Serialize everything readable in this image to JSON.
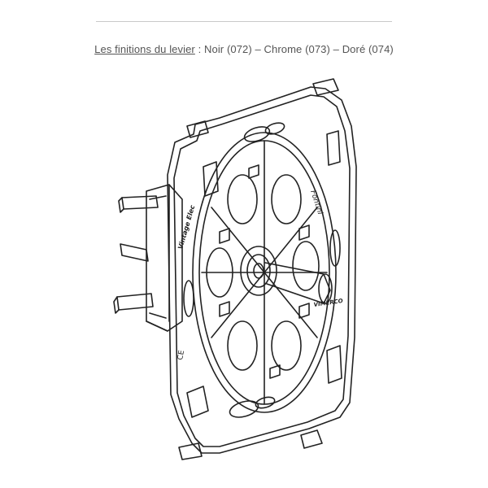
{
  "caption": {
    "lead": "Les finitions du levier",
    "rest": " : Noir (072) – Chrome (073) – Doré (074)"
  },
  "drawing": {
    "labels": {
      "brand_top": "Fontini",
      "brand_left": "Vintage Elec",
      "brand_right": "VIMERCO",
      "ce": "CE"
    }
  }
}
